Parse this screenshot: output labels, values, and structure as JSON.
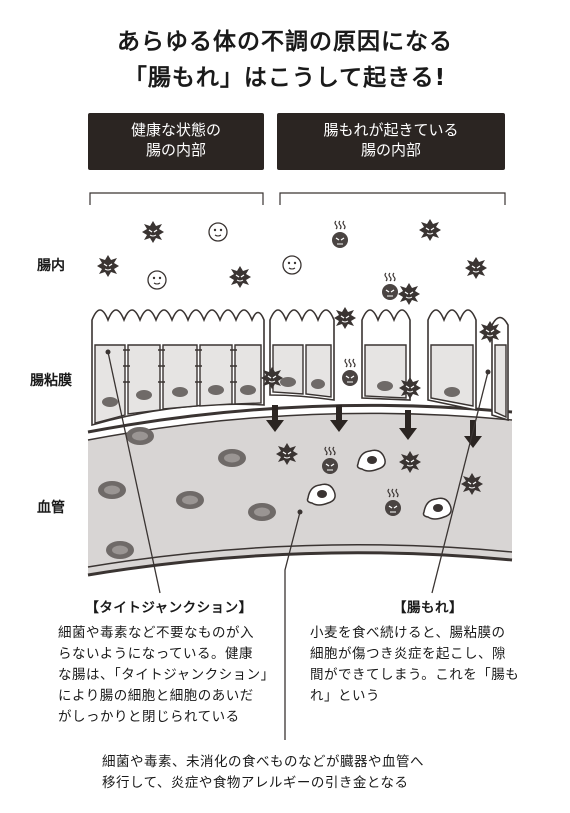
{
  "title": {
    "line1": "あらゆる体の不調の原因になる",
    "line2": "「腸もれ」はこうして起きる!"
  },
  "headers": {
    "left_line1": "健康な状態の",
    "left_line2": "腸の内部",
    "right_line1": "腸もれが起きている",
    "right_line2": "腸の内部"
  },
  "side_labels": {
    "intestine": "腸内",
    "mucosa": "腸粘膜",
    "blood": "血管"
  },
  "captions": {
    "tight_title": "【タイトジャンクション】",
    "tight_l1": "細菌や毒素など不要なものが入",
    "tight_l2": "らないようになっている。健康",
    "tight_l3": "な腸は、「タイトジャンクション」",
    "tight_l4": "により腸の細胞と細胞のあいだ",
    "tight_l5": "がしっかりと閉じられている",
    "leak_title": "【腸もれ】",
    "leak_l1": "小麦を食べ続けると、腸粘膜の",
    "leak_l2": "細胞が傷つき炎症を起こし、隙",
    "leak_l3": "間ができてしまう。これを「腸も",
    "leak_l4": "れ」という",
    "bottom_l1": "細菌や毒素、未消化の食べものなどが臓器や血管へ",
    "bottom_l2": "移行して、炎症や食物アレルギーの引き金となる"
  }
}
